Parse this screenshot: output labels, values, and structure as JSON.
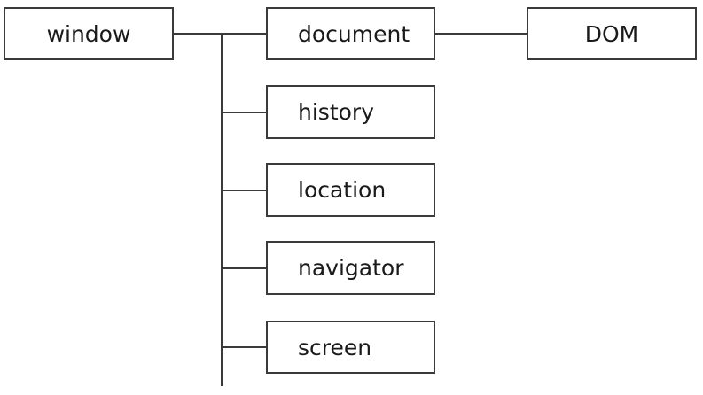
{
  "diagram": {
    "nodes": {
      "window": "window",
      "document": "document",
      "dom": "DOM",
      "history": "history",
      "location": "location",
      "navigator": "navigator",
      "screen": "screen"
    }
  }
}
